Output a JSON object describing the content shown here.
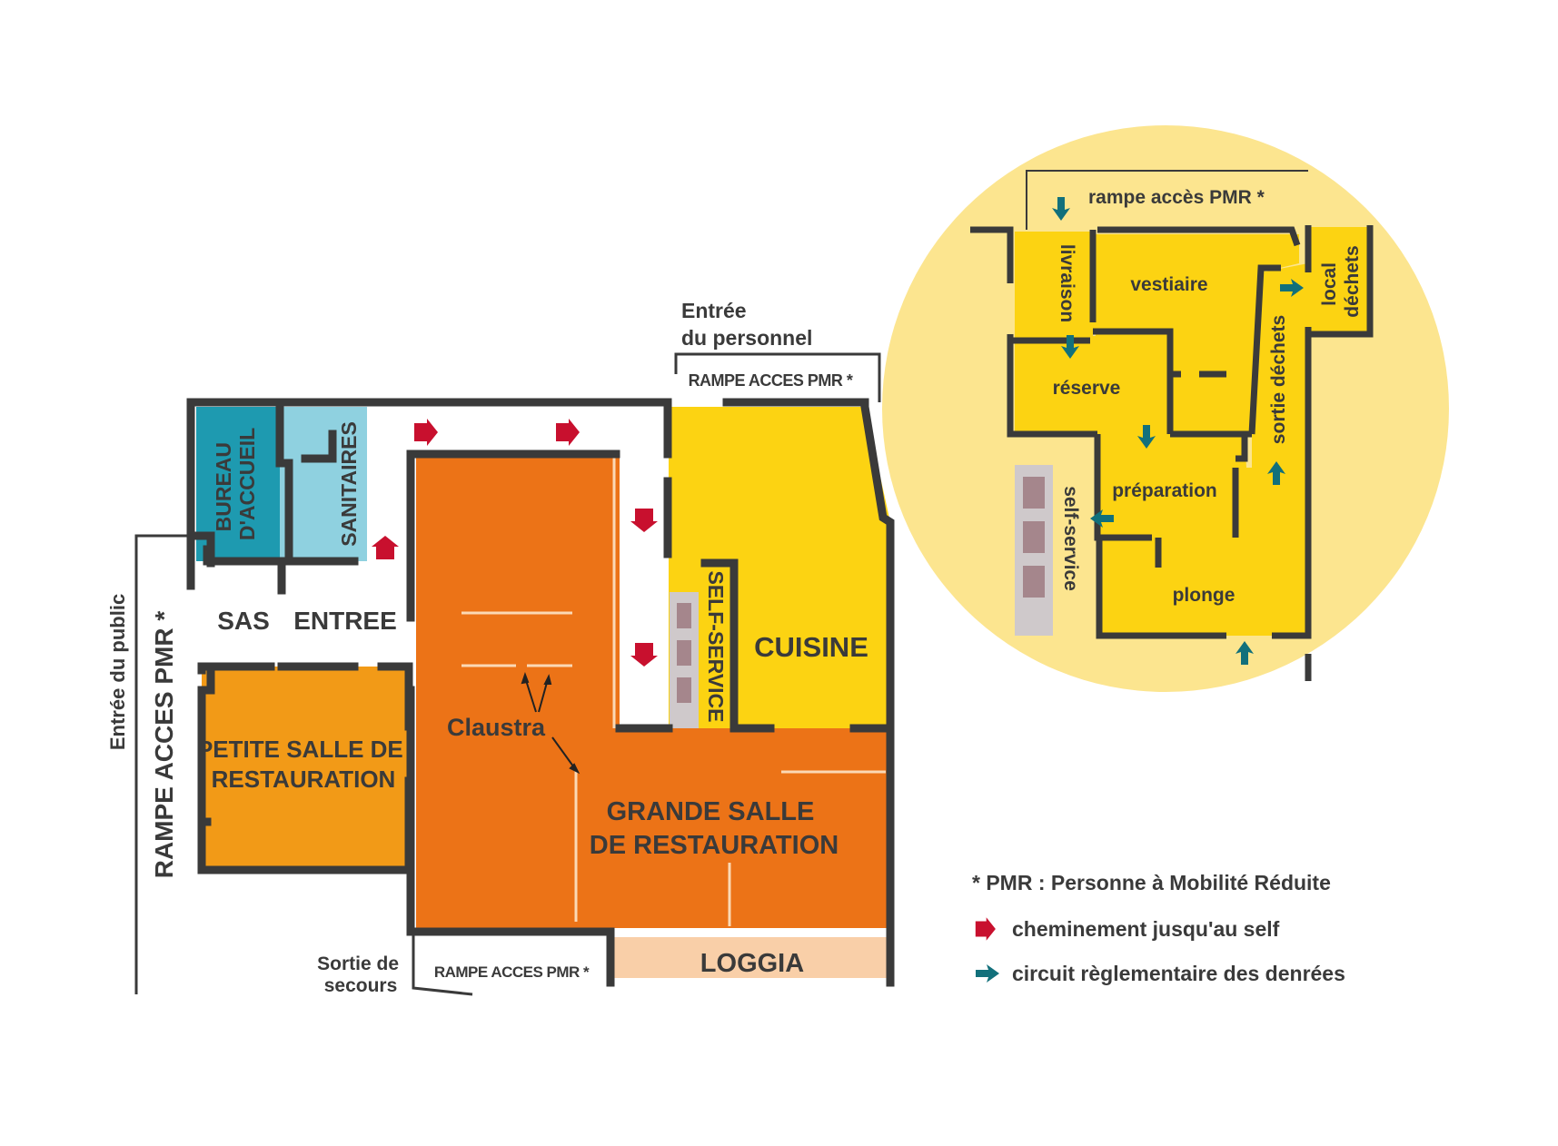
{
  "plan": {
    "rooms": {
      "bureau_accueil": [
        "BUREAU",
        "D'ACCUEIL"
      ],
      "sanitaires": "SANITAIRES",
      "sas": "SAS",
      "entree": "ENTREE",
      "petite_salle": [
        "PETITE SALLE DE",
        "RESTAURATION"
      ],
      "grande_salle": [
        "GRANDE SALLE",
        "DE RESTAURATION"
      ],
      "self_service": "SELF-SERVICE",
      "cuisine": "CUISINE",
      "loggia": "LOGGIA",
      "claustra": "Claustra"
    },
    "labels": {
      "entree_personnel": [
        "Entrée",
        "du personnel"
      ],
      "rampe_top": "RAMPE ACCES PMR *",
      "rampe_bottom": "RAMPE ACCES PMR *",
      "sortie_secours": [
        "Sortie de",
        "secours"
      ],
      "entree_public": "Entrée du public",
      "rampe_left": "RAMPE ACCES PMR *"
    }
  },
  "detail": {
    "rampe": "rampe accès PMR *",
    "livraison": "livraison",
    "vestiaire": "vestiaire",
    "local_dechets": [
      "local",
      "déchets"
    ],
    "reserve": "réserve",
    "sortie_dechets": "sortie déchets",
    "preparation": "préparation",
    "self_service": "self-service",
    "plonge": "plonge"
  },
  "legend": {
    "pmr_note": "* PMR : Personne à Mobilité Réduite",
    "red_arrow": "cheminement jusqu'au self",
    "teal_arrow": "circuit règlementaire des denrées"
  },
  "colors": {
    "teal_dark": "#1e9ab0",
    "teal_light": "#8fd1e0",
    "orange_light": "#f29a17",
    "orange_dark": "#ec7317",
    "yellow": "#fcd312",
    "circle_bg": "#fce58f",
    "loggia": "#f9cfa8",
    "wall": "#3a3a3a",
    "arrow_red": "#c8102e",
    "arrow_teal": "#12707b",
    "self_counter": "#cfc9cb",
    "self_tray": "#a5868c"
  }
}
